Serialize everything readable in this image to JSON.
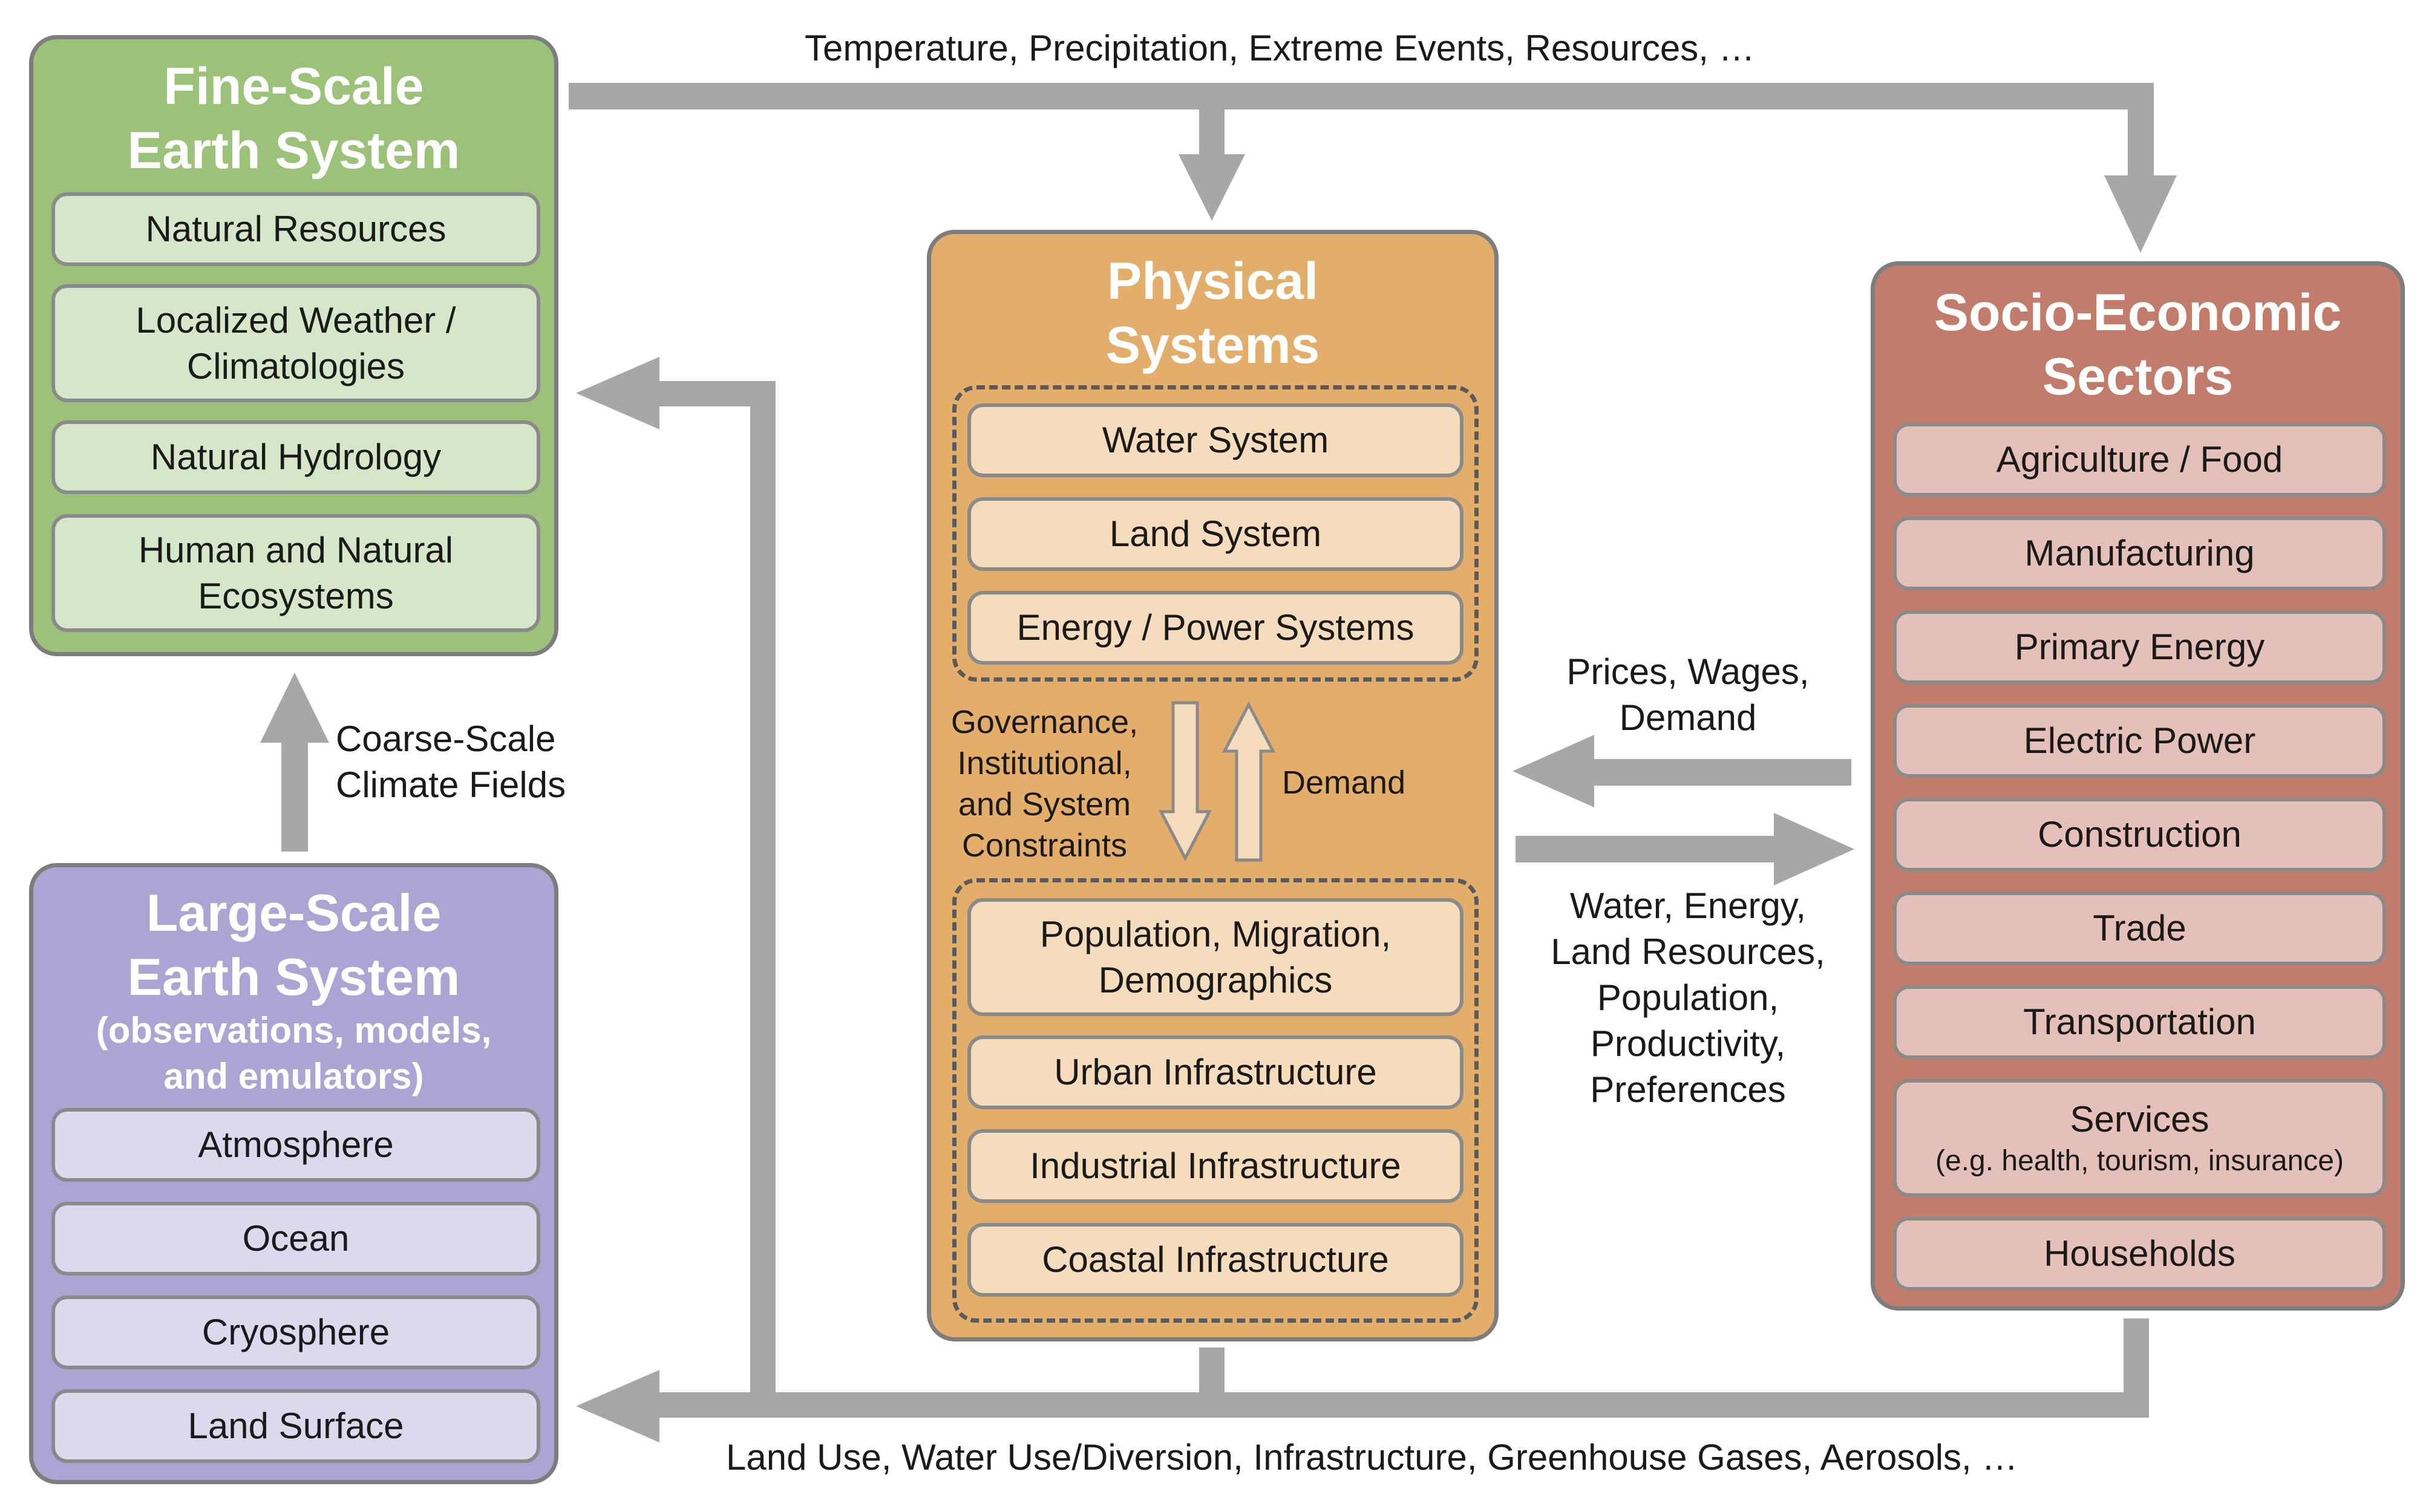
{
  "fine_scale": {
    "title": "Fine-Scale\nEarth System",
    "items": [
      "Natural Resources",
      "Localized Weather /\nClimatologies",
      "Natural Hydrology",
      "Human and Natural\nEcosystems"
    ]
  },
  "large_scale": {
    "title": "Large-Scale\nEarth System",
    "subtitle": "(observations, models,\nand emulators)",
    "items": [
      "Atmosphere",
      "Ocean",
      "Cryosphere",
      "Land Surface"
    ]
  },
  "physical": {
    "title": "Physical\nSystems",
    "top_items": [
      "Water System",
      "Land System",
      "Energy / Power Systems"
    ],
    "bottom_items": [
      "Population, Migration,\nDemographics",
      "Urban Infrastructure",
      "Industrial Infrastructure",
      "Coastal Infrastructure"
    ],
    "down_label": "Governance,\nInstitutional,\nand System\nConstraints",
    "up_label": "Demand"
  },
  "socio": {
    "title": "Socio-Economic\nSectors",
    "items": [
      "Agriculture / Food",
      "Manufacturing",
      "Primary Energy",
      "Electric Power",
      "Construction",
      "Trade",
      "Transportation"
    ],
    "services": {
      "label": "Services",
      "note": "(e.g. health, tourism, insurance)"
    },
    "last_item": "Households"
  },
  "flows": {
    "top": "Temperature, Precipitation, Extreme Events, Resources, …",
    "coarse": "Coarse-Scale\nClimate Fields",
    "prices": "Prices, Wages,\nDemand",
    "water": "Water, Energy,\nLand Resources,\nPopulation,\nProductivity,\nPreferences",
    "bottom": "Land Use, Water Use/Diversion, Infrastructure, Greenhouse Gases, Aerosols, …"
  },
  "colors": {
    "arrow": "#a7a7a7",
    "fine_scale": "#9cc27a",
    "large_scale": "#aea4d4",
    "physical": "#e3ad6c",
    "socio": "#c27c6c"
  }
}
